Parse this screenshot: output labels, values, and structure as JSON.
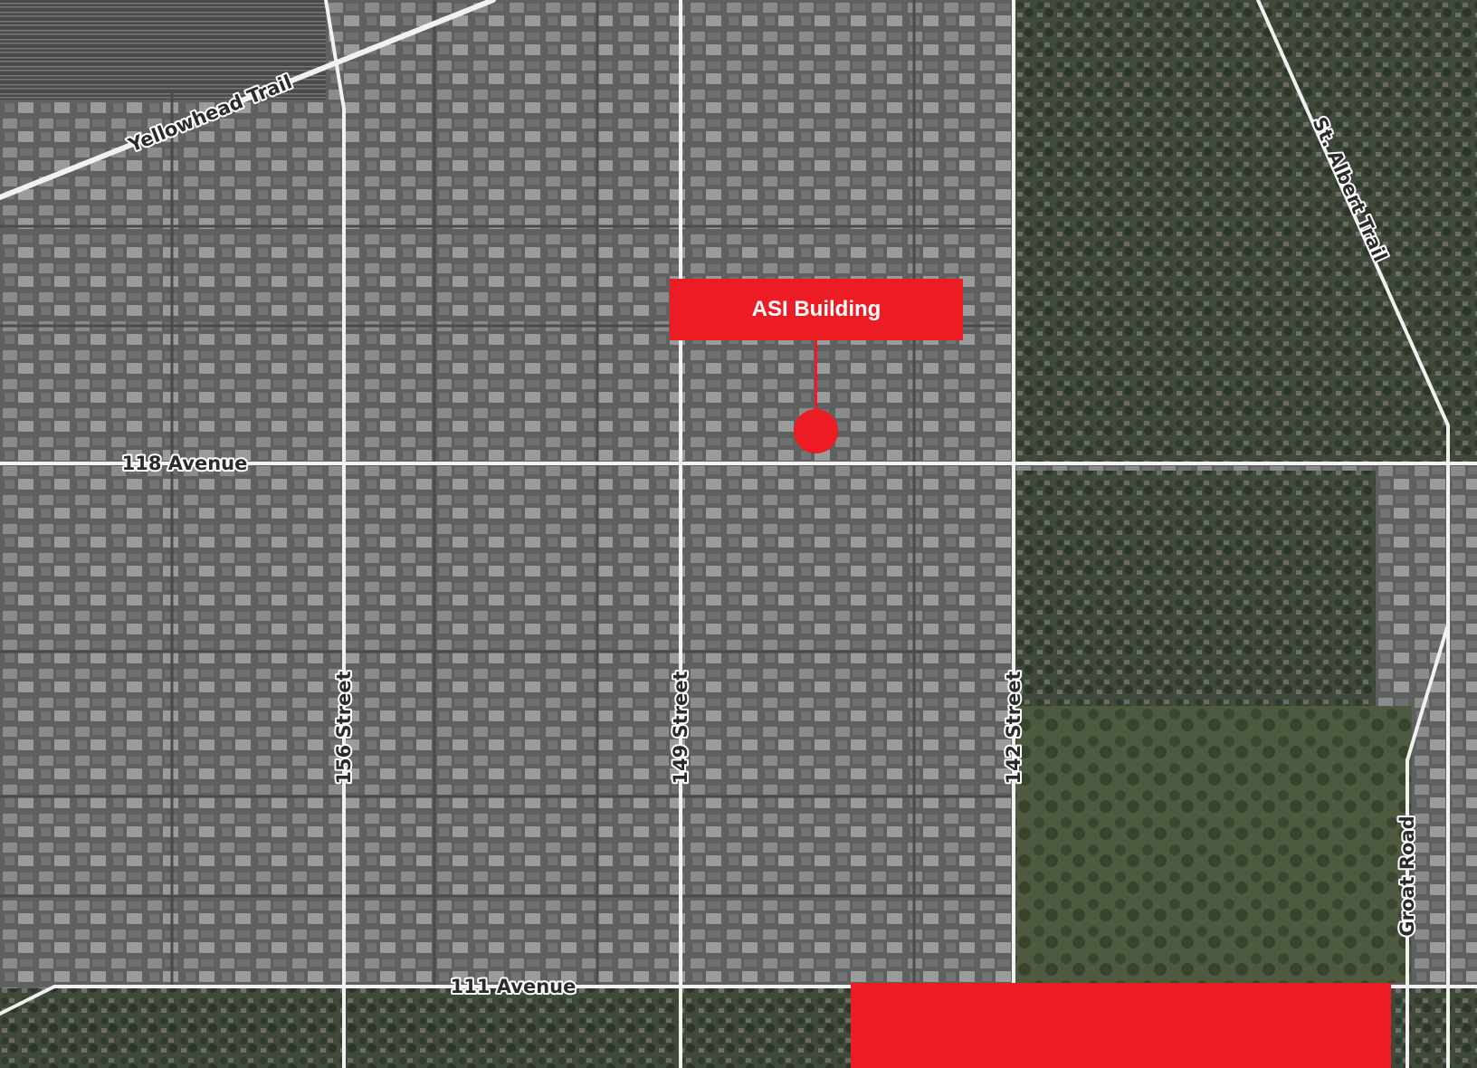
{
  "colors": {
    "accent": "#ed1c24",
    "road": "#f2f2f2",
    "label_text": "#2a2a2a",
    "label_halo": "#ffffff"
  },
  "roads": {
    "yellowhead_trail": "Yellowhead Trail",
    "st_albert_trail": "St. Albert Trail",
    "avenue_118": "118 Avenue",
    "avenue_111": "111 Avenue",
    "street_156": "156 Street",
    "street_149": "149 Street",
    "street_142": "142 Street",
    "groat_road": "Groat Road"
  },
  "marker": {
    "label": "ASI Building"
  }
}
